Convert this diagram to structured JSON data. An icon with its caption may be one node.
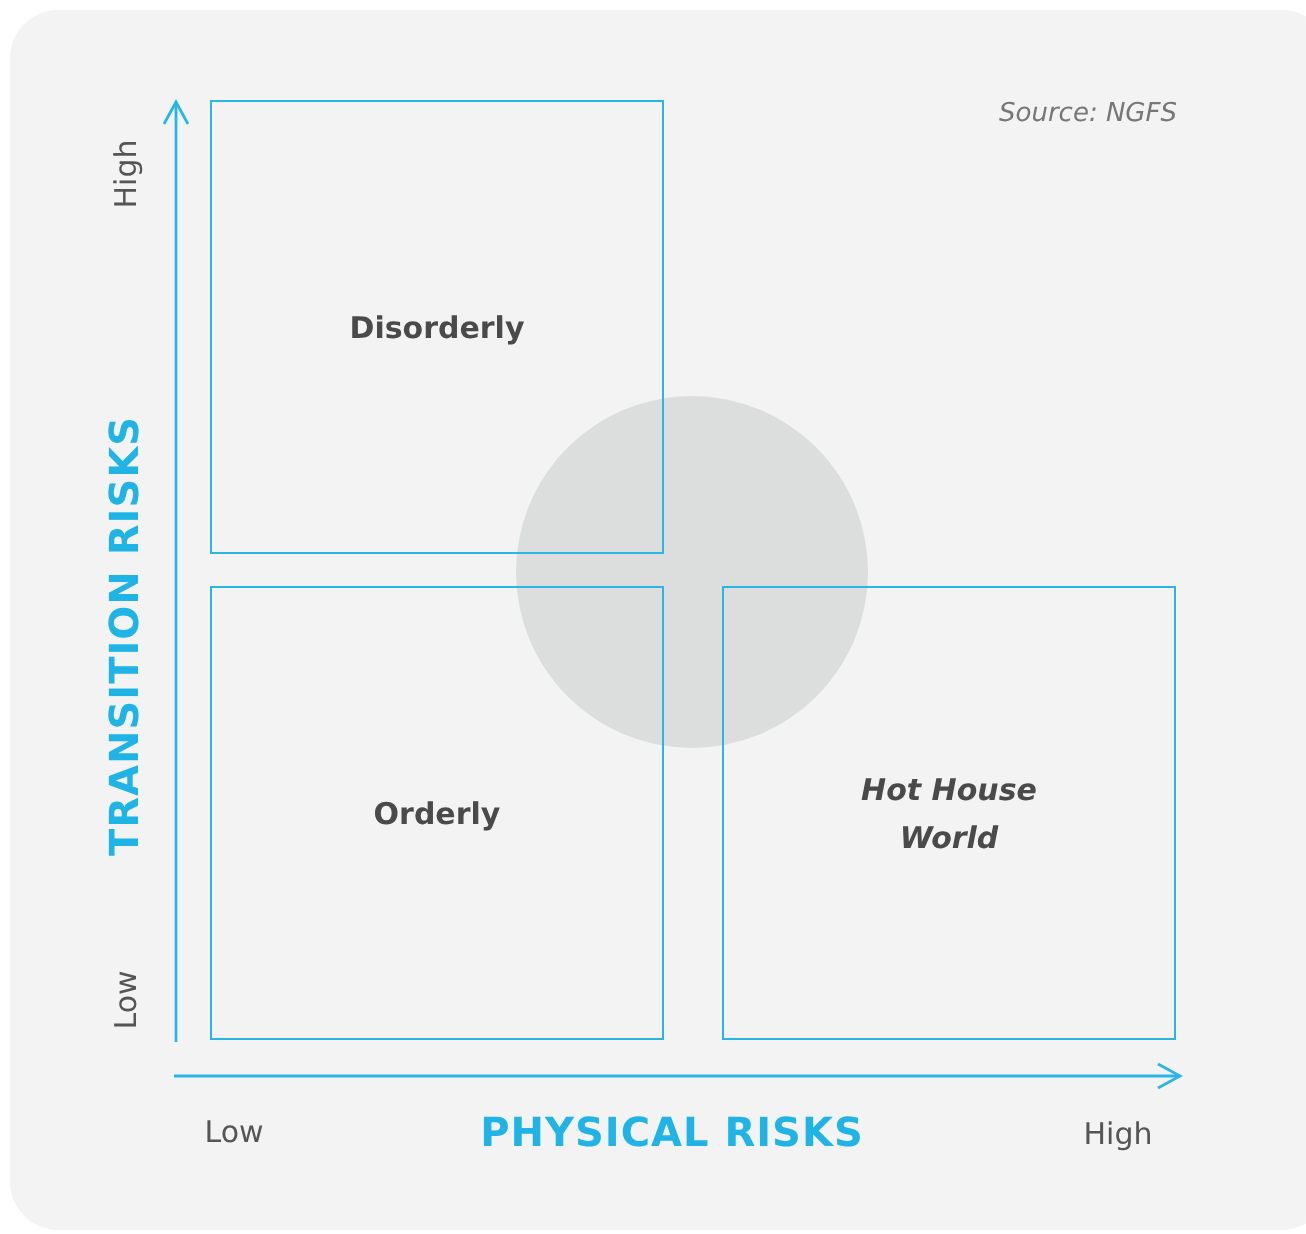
{
  "diagram": {
    "nodes": [
      {
        "text": [
          "Disorderly"
        ]
      },
      {
        "text": [],
        "shape": "circle"
      },
      {
        "text": [
          "Orderly"
        ]
      },
      {
        "text": [
          "Hot House World"
        ]
      }
    ],
    "labels": [
      "Source: NGFS",
      "High",
      "TRANSITION RISKS",
      "Low",
      "Low",
      "PHYSICAL RISKS",
      "High"
    ]
  }
}
